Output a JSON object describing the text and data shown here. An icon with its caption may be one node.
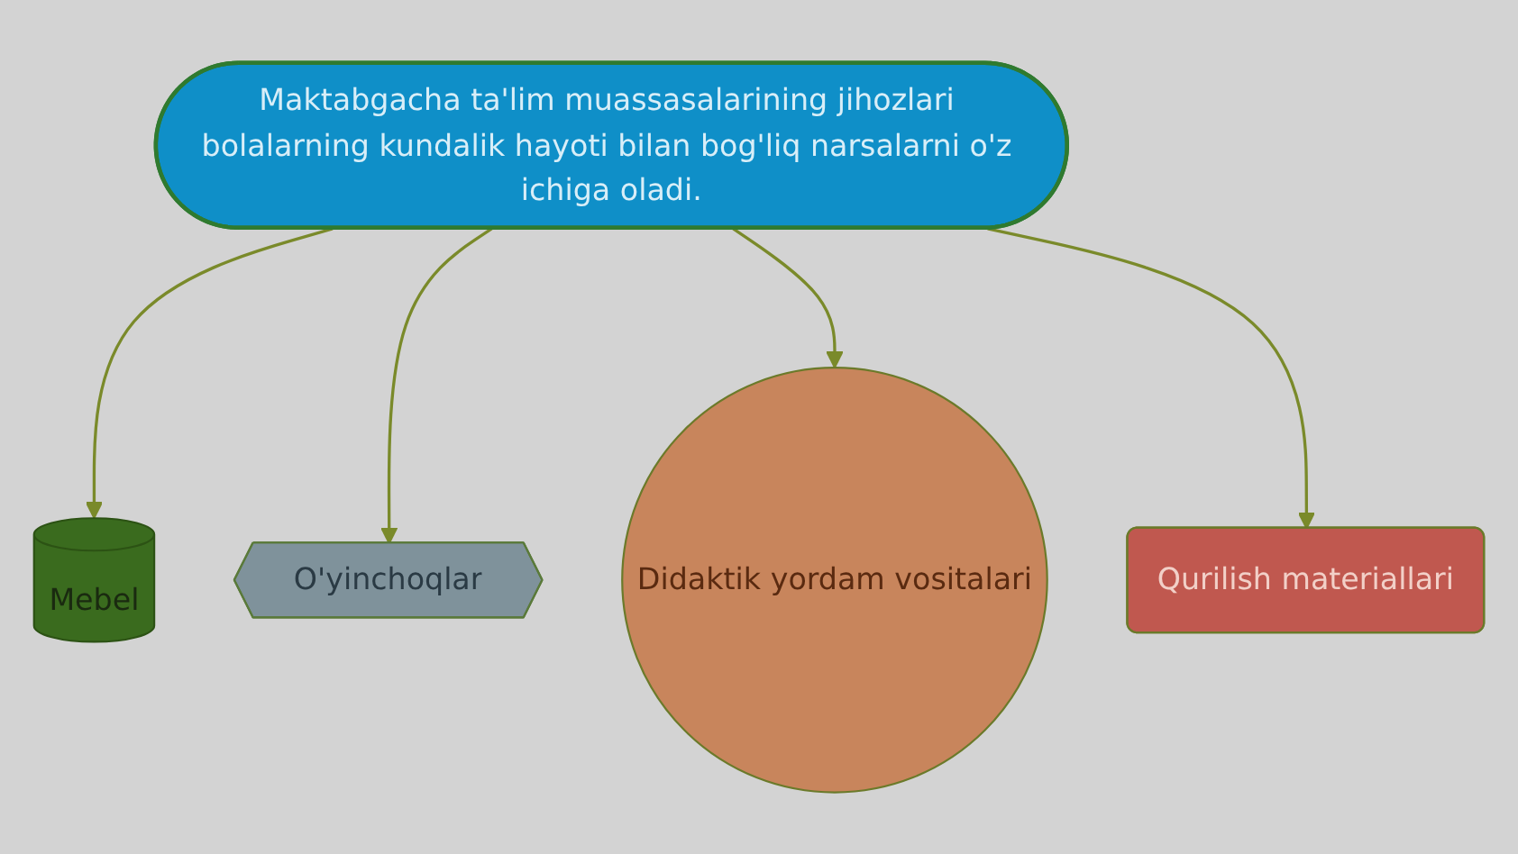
{
  "diagram": {
    "nodes": [
      {
        "text": [
          "Maktabgacha ta'lim muassasalarining jihozlari bolalarning kundalik hayoti bilan bog'liq narsalarni o'z ichiga oladi."
        ]
      },
      {
        "text": [
          "Mebel"
        ]
      },
      {
        "text": [
          "O'yinchoqlar"
        ]
      },
      {
        "text": [
          "Didaktik yordam vositalari"
        ]
      },
      {
        "text": [
          "Qurilish materiallari"
        ]
      }
    ],
    "edges": [
      {
        "from": 0,
        "to": 1,
        "arrow": "to"
      },
      {
        "from": 0,
        "to": 2,
        "arrow": "to"
      },
      {
        "from": 0,
        "to": 3,
        "arrow": "to"
      },
      {
        "from": 0,
        "to": 4,
        "arrow": "to"
      }
    ]
  }
}
